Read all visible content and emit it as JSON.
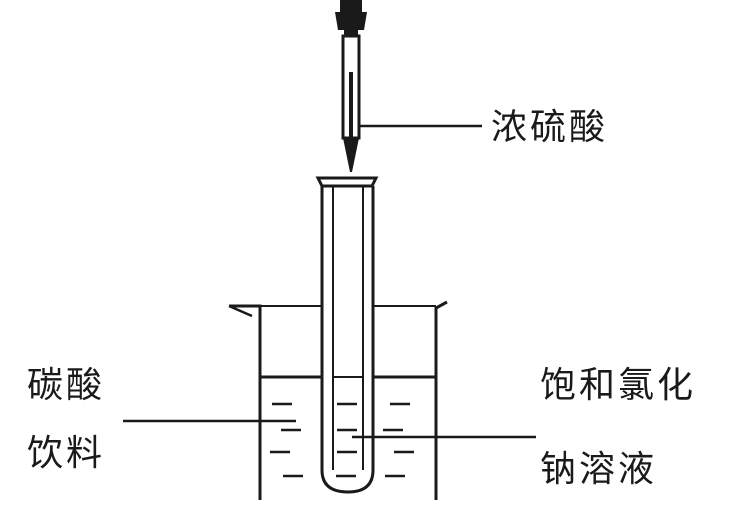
{
  "labels": {
    "acid": "浓硫酸",
    "drink_line1": "碳酸",
    "drink_line2": "饮料",
    "salt_line1": "饱和氯化",
    "salt_line2": "钠溶液"
  }
}
